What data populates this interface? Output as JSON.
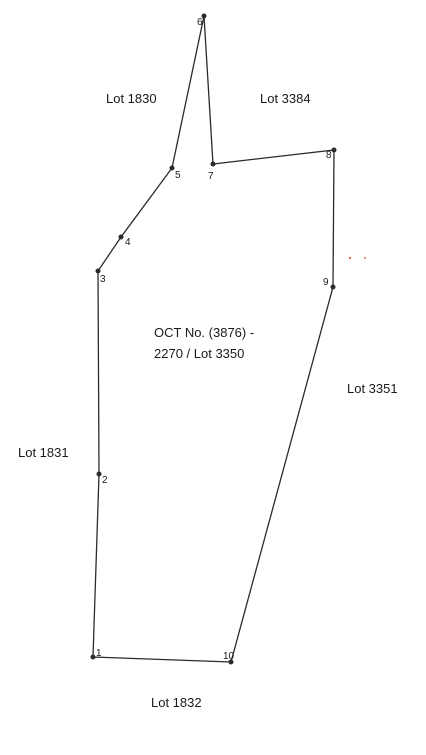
{
  "plot": {
    "title_line1": "OCT No. (3876) -",
    "title_line2": "2270 / Lot 3350"
  },
  "lots": {
    "north_west": "Lot 1830",
    "north_east": "Lot 3384",
    "east": "Lot 3351",
    "west": "Lot 1831",
    "south": "Lot 1832"
  },
  "points": {
    "p1": "1",
    "p2": "2",
    "p3": "3",
    "p4": "4",
    "p5": "5",
    "p6": "6",
    "p7": "7",
    "p8": "8",
    "p9": "9",
    "p10": "10"
  }
}
